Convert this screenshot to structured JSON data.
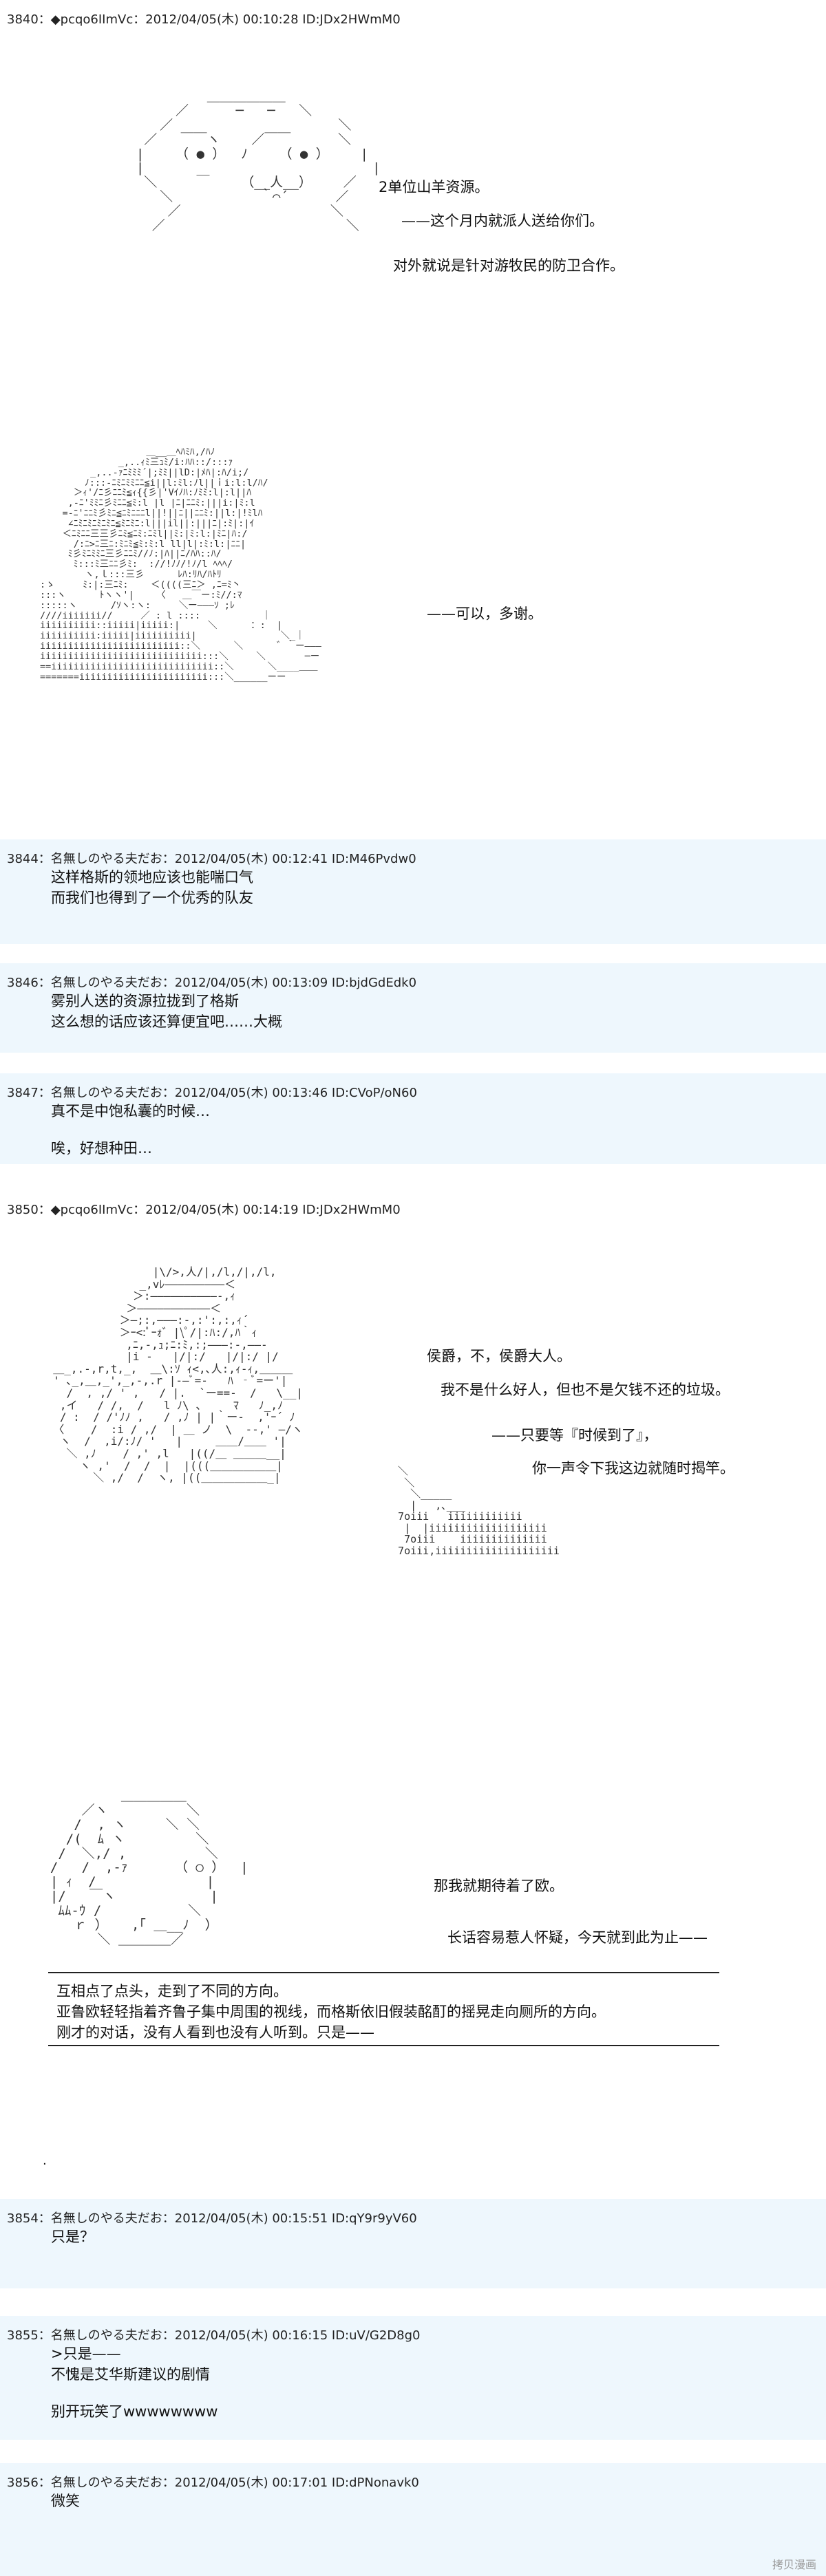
{
  "posts": [
    {
      "header": "3840：◆pcqo6IImVc：2012/04/05(木) 00:10:28 ID:JDx2HWmM0",
      "lines": [
        "2单位山羊资源。",
        "——这个月内就派人送给你们。",
        "对外就说是针对游牧民的防卫合作。",
        "——可以，多谢。"
      ]
    },
    {
      "header": "3844：名無しのやる夫だお：2012/04/05(木) 00:12:41 ID:M46Pvdw0",
      "lines": [
        "这样格斯的领地应该也能喘口气",
        "而我们也得到了一个优秀的队友"
      ]
    },
    {
      "header": "3846：名無しのやる夫だお：2012/04/05(木) 00:13:09 ID:bjdGdEdk0",
      "lines": [
        "雾别人送的资源拉拢到了格斯",
        "这么想的话应该还算便宜吧……大概"
      ]
    },
    {
      "header": "3847：名無しのやる夫だお：2012/04/05(木) 00:13:46 ID:CVoP/oN60",
      "lines": [
        "真不是中饱私囊的时候…",
        "唉，好想种田…"
      ]
    },
    {
      "header": "3850：◆pcqo6IImVc：2012/04/05(木) 00:14:19 ID:JDx2HWmM0",
      "lines": [
        "侯爵，不，侯爵大人。",
        "我不是什么好人，但也不是欠钱不还的垃圾。",
        "——只要等『时候到了』，",
        "你一声令下我这边就随时揭竿。",
        "那我就期待着了欧。",
        "长话容易惹人怀疑，今天就到此为止——",
        "互相点了点头，走到了不同的方向。",
        "亚鲁欧轻轻指着齐鲁子集中周围的视线，而格斯依旧假装酩酊的摇晃走向厕所的方向。",
        "刚才的对话，没有人看到也没有人听到。只是——",
        "."
      ]
    },
    {
      "header": "3854：名無しのやる夫だお：2012/04/05(木) 00:15:51 ID:qY9r9yV60",
      "lines": [
        "只是？"
      ]
    },
    {
      "header": "3855：名無しのやる夫だお：2012/04/05(木) 00:16:15 ID:uV/G2D8g0",
      "lines": [
        ">只是——",
        "不愧是艾华斯建议的剧情",
        "别开玩笑了wwwwwwww"
      ]
    },
    {
      "header": "3856：名無しのやる夫だお：2012/04/05(木) 00:17:01 ID:dPNonavk0",
      "lines": [
        "微笑"
      ]
    }
  ],
  "ascii_art": {
    "yaruo_face": "                    ＿＿＿＿＿＿\n                ／      ─   ─   ＼\n              ／                     ＼\n            ／   ￣￣ヽ    ／￣￣      ＼\n           |    （ ● ）  ﾉ    （ ● ）    |\n           |                             |\n            ＼     ￣    （__人__）    ／\n              ＼           ｀⌒´      ／\n               ／                   ＼\n             ／                       ＼",
    "guts_1": "                   ＿__＿ﾍﾊﾐﾊ,/ﾊﾉ\n              _,..ｨﾐ三ｭﾐ/i:ﾊﾊ::/:::ｧ\n         _,..-ｧﾆﾐﾐﾐ´|;ﾐﾐ||lD:|ﾒﾊ|:ﾊ/i;/\n        ﾉ:::-ﾆﾐﾆﾐﾐﾆﾆ≦i||l:ﾐl:ﾉl||ｉi:l:l/ﾊ/\n      ＞ｨ'/ﾆ彡ﾆﾆﾐ≦ｨ{{彡|'Vｲﾉﾊ:ﾉﾐﾐ:l|:l||ﾊ\n     ,-ﾆ'ﾐﾐﾆ彡ﾐﾆﾆ≦ﾐ:l |l |ﾆ|ﾆﾆﾐ:|||i:|ﾐ:l\n    =-ﾆ'ﾆﾆﾐ彡ﾐﾆ≦ﾆﾐﾆﾆﾆl||!||ﾆ||ﾆﾆﾐ:||l:|!ﾐlﾊ\n     ∠ﾆﾐﾆﾐﾆﾐﾆﾐﾆ≦ﾐﾆﾐﾆ:l|||il||:|||ﾆ|:ﾐ|:|ｲ\n    ＜ﾆﾐﾆﾆ三三彡ﾆﾐ≦ﾆﾐ:ﾆﾐl||ﾐ:|ﾐ:l:|ﾐﾆ|ﾊ:/\n      /:ﾆ>ﾆ三ﾆ:ﾐﾆﾐ≦ﾐ:ﾐ:l ll|l|:ﾐ:l:|ﾆﾆ|\n     ﾐ彡ﾐﾆﾐﾐﾆ三彡ﾆﾆﾐ//ﾉ:|ﾊ||ﾆ/ﾊﾊ::ﾊ/\n      ﾐ:::ﾐ三ﾆﾆ彡ﾐ:  ://!ﾉﾉ/!ﾉ/l ﾍﾍﾍ/\n        ヽ,ｌ:::三彡      ﾚﾊ:ﾘﾊ/ﾊﾄﾘ\n:ゝ     ﾐ:|:三ﾆﾐ:    ＜((((三ﾆ＞ ,ﾆ=ﾐ丶\n:::ヽ      ﾄヽヽ'|    〈   ＿￣ー:ﾐ//:ﾏ\n:::::ヽ      /ｿヽ:ヽ:     ＼ー―――ｿ ;ﾚ\n////iiiiiii//     ／ : l ::::           ｜\niiiiiiiiii::iiiii|iiiii:|     ＼      ：:  |\niiiiiiiiii:iiiii|iiiiiiiiii|               ＼_｜\niiiiiiiiiiiiiiiiiiiiiiiii::＼      ＼      ゛｀ー―――\niiiiiiiiiiiiiiiiiiiiiiiiiiiii:::＼     ＼       ─ー\n==iiiiiiiiiiiiiiiiiiiiiiiiiiiii::＼      ＼____＿＿\n=======iiiiiiiiiiiiiiiiiiiiiii:::＼______ーー",
    "guts_2": "                 |\\/>,人/|,/l,/|,/l,\n               _,vﾚ―――――――――＜\n              ＞:――――――――――-,ｨ\n             ＞―――――――――――＜\n            ＞―;:,―――:-,:':,:,ｨ´\n            ＞ｰ<:ﾟｰｫ゛|\\ﾟ/|:ﾊ:/,ﾊ｀ｨ\n             ,ﾆ,-,ｭ;ﾆ:ﾐ,:;―――:-,――-\n             |i -   |/|:/   |/|:/ |/ \n  ＿_,.-,r,t,_,  ＿\\:ｿ ｨ<,､人:,ｨ-ｨ,＿＿＿\n  ' ､_,＿,_',_,-,.r |-―ﾞ=-   ﾊ ‐ﾞ=ー'|\n    /  , ,/ ' ,   / |.  `ー==-  /   \\__|\n   ,イ   / /,  /   l ﾉ\\ 、    ﾏ   ﾉ_,ﾉ\n   / :  / /'ﾉﾉ ,   / ,ﾉ | |｀ー-  ,'ｰ´ ﾉ\n  〈    /  :i / ,/  | ＿ ノ  \\  -‐,' ―/ヽ\n   ヽ  /  ,i/:ﾉ/ '   |     ＿＿/＿＿ '|\n    ＼ ,ﾉ    / ,' ,l   |((/＿ ＿＿＿__|\n      ヽ ,'  /  /  |  |(((＿＿＿＿＿＿|\n        ＼ ,/  /  ヽ, |((＿＿＿＿＿＿_|",
    "guts_right": "  ＼\n   ＼\n    ＼_____\n    |   ,､___\n  7oiii   iiiiiiiiiiii\n   |  |iiiiiiiiiiiiiiiiiii\n   7oiii    iiiiiiiiiiiiii\n  7oiii,iiiiiiiiiiiiiiiiiiii",
    "yaruo_back": "           ＿＿＿＿＿\n      ／ヽ          ＼\n     /  , ヽ     ＼ ＼\n    /(  ﾑ ヽ         ＼\n   /  ＼,/ ,          ＼\n  /   /  ,-ｧ      （ ○ ）  |\n  | ｨ  /              |\n  |/   ￣ヽ            |\n   ﾑﾑ-ｳ /           ＼\n     ｒ ）   ,｢ ＿__ﾉ  ）\n        ＼ ＿＿＿＿／"
  },
  "watermark": "拷贝漫画"
}
